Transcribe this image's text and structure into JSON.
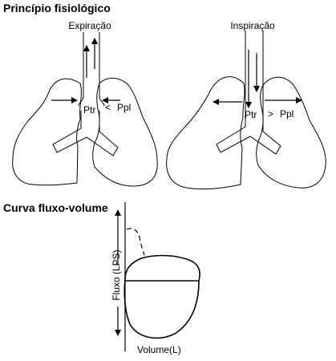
{
  "section1": {
    "title": "Princípio fisiológico",
    "expiration": {
      "label": "Expiração",
      "ptr_label": "Ptr",
      "sign": "<",
      "ppl_label": "Ppl"
    },
    "inspiration": {
      "label": "Inspiração",
      "ptr_label": "Ptr",
      "sign": ">",
      "ppl_label": "Ppl"
    }
  },
  "section2": {
    "title": "Curva fluxo-volume",
    "y_axis_label": "Fluxo (LPS)",
    "x_axis_label": "Volume(L)"
  }
}
